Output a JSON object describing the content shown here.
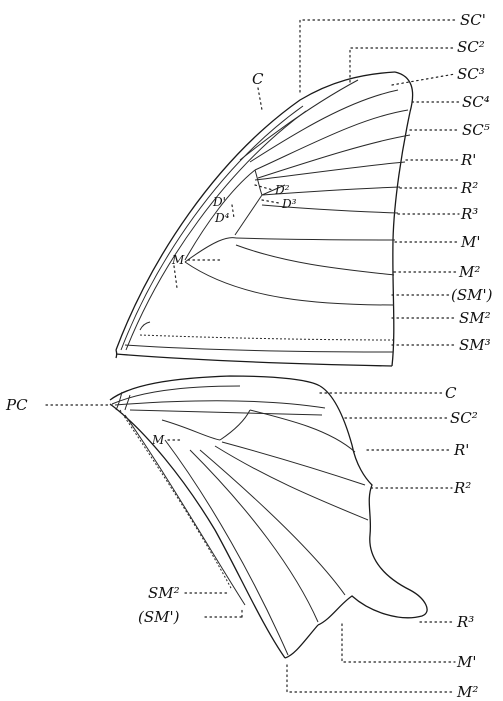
{
  "labels": {
    "sc1": "SC'",
    "sc2": "SC²",
    "sc3": "SC³",
    "sc4": "SC⁴",
    "sc5": "SC⁵",
    "r1": "R'",
    "r2": "R²",
    "r3": "R³",
    "m1": "M'",
    "m2": "M²",
    "sm1_paren": "(SM')",
    "sm2": "SM²",
    "sm3": "SM³",
    "c_fore": "C",
    "d1": "D'",
    "d2": "D²",
    "d3": "D³",
    "d4": "D⁴",
    "m_fore": "M",
    "pc": "PC",
    "c_hind": "C",
    "sc2_hind": "SC²",
    "r1_hind": "R'",
    "r2_hind": "R²",
    "m_hind": "M",
    "sm2_hind": "SM²",
    "sm1_hind_paren": "(SM')",
    "r3_hind": "R³",
    "m1_hind": "M'",
    "m2_hind": "M²"
  }
}
